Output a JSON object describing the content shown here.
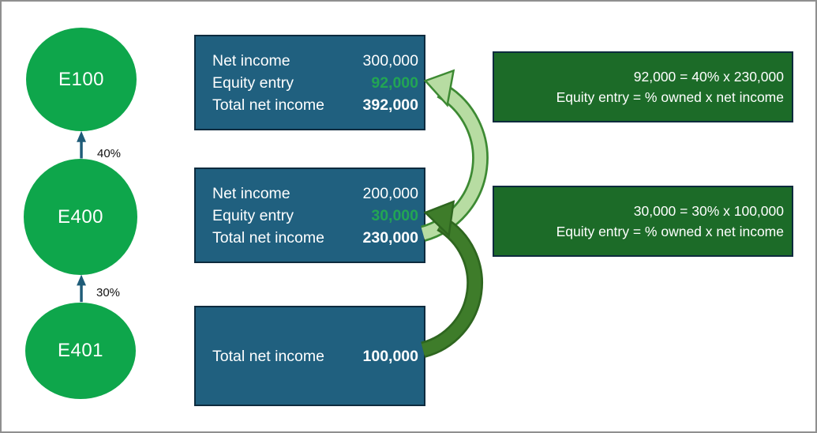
{
  "palette": {
    "canvas_border": "#8F8F8F",
    "entity_green": "#0EA64B",
    "income_box_fill": "#20607F",
    "box_border": "#0D2B3E",
    "callout_fill": "#1C6B28",
    "equity_value_green": "#22A554",
    "ownership_arrow": "#1F5C78",
    "curved_light_fill": "#B7DCA2",
    "curved_light_outline": "#3D8A33",
    "curved_dark_fill": "#3E7C2A",
    "curved_dark_outline": "#2E661F"
  },
  "entities": [
    {
      "label": "E100"
    },
    {
      "label": "E400"
    },
    {
      "label": "E401"
    }
  ],
  "ownership": [
    {
      "from": "E400",
      "to": "E100",
      "label": "40%"
    },
    {
      "from": "E401",
      "to": "E400",
      "label": "30%"
    }
  ],
  "income_boxes": [
    {
      "entity": "E100",
      "rows": [
        {
          "label": "Net income",
          "value": "300,000"
        },
        {
          "label": "Equity entry",
          "value": "92,000"
        },
        {
          "label": "Total net income",
          "value": "392,000"
        }
      ]
    },
    {
      "entity": "E400",
      "rows": [
        {
          "label": "Net income",
          "value": "200,000"
        },
        {
          "label": "Equity entry",
          "value": "30,000"
        },
        {
          "label": "Total net income",
          "value": "230,000"
        }
      ]
    },
    {
      "entity": "E401",
      "rows": [
        {
          "label": "Total net income",
          "value": "100,000"
        }
      ]
    }
  ],
  "callouts": [
    {
      "line1": "92,000 = 40% x 230,000",
      "line2": "Equity entry = % owned x net income"
    },
    {
      "line1": "30,000 = 30% x 100,000",
      "line2": "Equity entry = % owned x net income"
    }
  ]
}
